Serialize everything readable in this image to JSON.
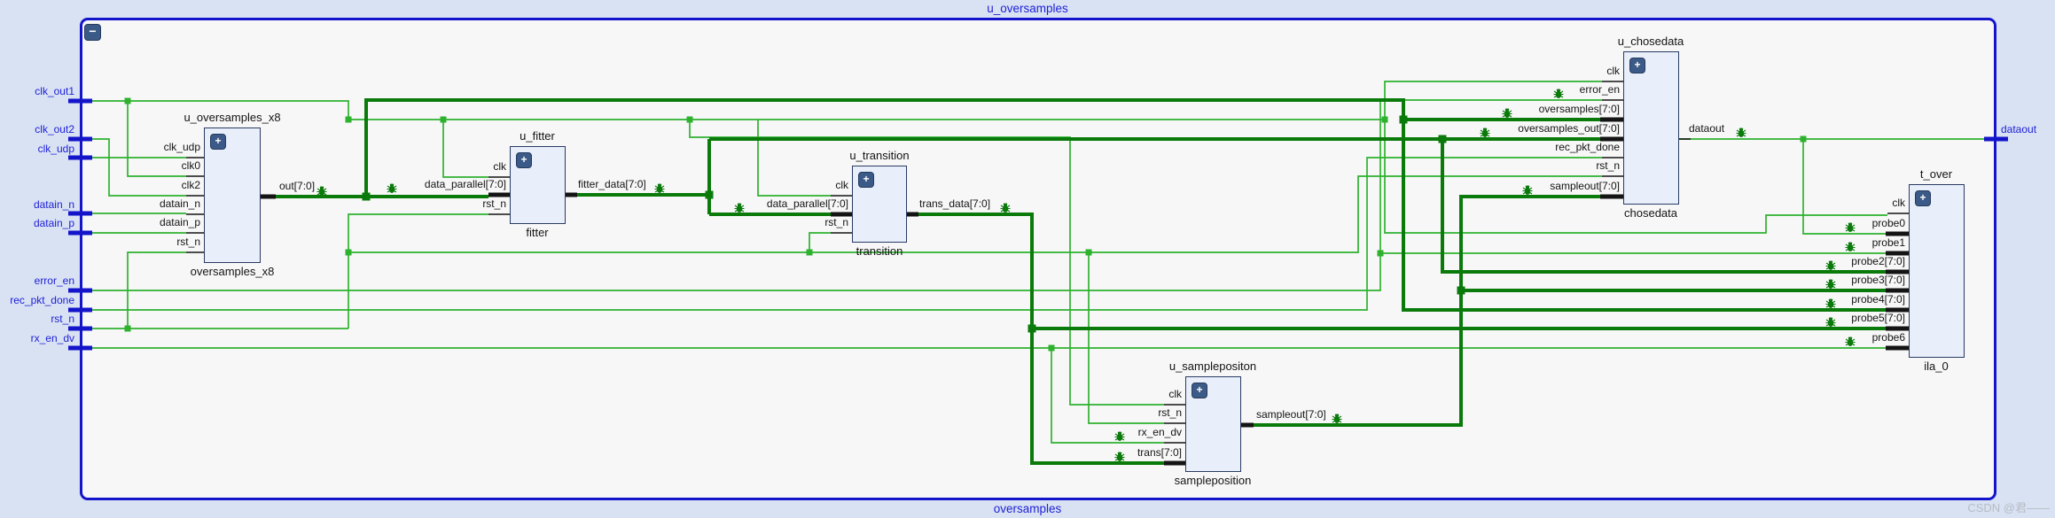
{
  "window": {
    "top_title": "u_oversamples",
    "bottom_title": "oversamples",
    "watermark": "CSDN @君——",
    "collapse_glyph": "−",
    "expand_glyph": "+"
  },
  "colors": {
    "canvas": "#d8e2f3",
    "sheet": "#f7f7f8",
    "border": "#1414cb",
    "portText": "#2121d6",
    "net": "#2eb22e",
    "bus": "#0a7a0a",
    "ink": "#141414",
    "blockFill": "#e8effa",
    "blockBorder": "#2a3a63",
    "iconBg": "#3c5a87",
    "watermark": "#b7bcc4"
  },
  "left_ports": [
    {
      "label": "clk_out1"
    },
    {
      "label": "clk_out2"
    },
    {
      "label": "clk_udp"
    },
    {
      "label": "datain_n"
    },
    {
      "label": "datain_p"
    },
    {
      "label": "error_en"
    },
    {
      "label": "rec_pkt_done"
    },
    {
      "label": "rst_n"
    },
    {
      "label": "rx_en_dv"
    }
  ],
  "right_ports": [
    {
      "label": "dataout"
    }
  ],
  "blocks": [
    {
      "instance": "u_oversamples_x8",
      "type": "oversamples_x8",
      "inputs": [
        {
          "label": "clk_udp"
        },
        {
          "label": "clk0"
        },
        {
          "label": "clk2"
        },
        {
          "label": "datain_n"
        },
        {
          "label": "datain_p"
        },
        {
          "label": "rst_n"
        }
      ],
      "outputs": [
        {
          "label": "out[7:0]"
        }
      ]
    },
    {
      "instance": "u_fitter",
      "type": "fitter",
      "inputs": [
        {
          "label": "clk"
        },
        {
          "label": "data_parallel[7:0]"
        },
        {
          "label": "rst_n"
        }
      ],
      "outputs": [
        {
          "label": "fitter_data[7:0]"
        }
      ]
    },
    {
      "instance": "u_transition",
      "type": "transition",
      "inputs": [
        {
          "label": "clk"
        },
        {
          "label": "data_parallel[7:0]"
        },
        {
          "label": "rst_n"
        }
      ],
      "outputs": [
        {
          "label": "trans_data[7:0]"
        }
      ]
    },
    {
      "instance": "u_samplepositon",
      "type": "sampleposition",
      "inputs": [
        {
          "label": "clk"
        },
        {
          "label": "rst_n"
        },
        {
          "label": "rx_en_dv"
        },
        {
          "label": "trans[7:0]"
        }
      ],
      "outputs": [
        {
          "label": "sampleout[7:0]"
        }
      ]
    },
    {
      "instance": "u_chosedata",
      "type": "chosedata",
      "inputs": [
        {
          "label": "clk"
        },
        {
          "label": "error_en"
        },
        {
          "label": "oversamples[7:0]"
        },
        {
          "label": "oversamples_out[7:0]"
        },
        {
          "label": "rec_pkt_done"
        },
        {
          "label": "rst_n"
        },
        {
          "label": "sampleout[7:0]"
        }
      ],
      "outputs": [
        {
          "label": "dataout"
        }
      ]
    },
    {
      "instance": "t_over",
      "type": "ila_0",
      "inputs": [
        {
          "label": "clk"
        },
        {
          "label": "probe0"
        },
        {
          "label": "probe1"
        },
        {
          "label": "probe2[7:0]"
        },
        {
          "label": "probe3[7:0]"
        },
        {
          "label": "probe4[7:0]"
        },
        {
          "label": "probe5[7:0]"
        },
        {
          "label": "probe6"
        }
      ],
      "outputs": []
    }
  ]
}
